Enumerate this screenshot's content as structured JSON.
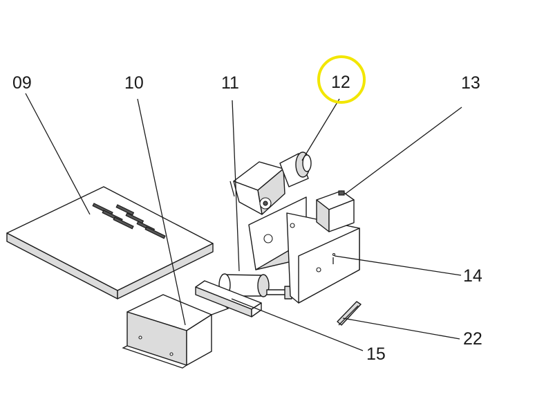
{
  "highlight_color": "#f2e600",
  "line_color": "#1a1a1a",
  "callouts": {
    "c09": "09",
    "c10": "10",
    "c11": "11",
    "c12": "12",
    "c13": "13",
    "c14": "14",
    "c15": "15",
    "c22": "22"
  },
  "highlighted_callout": "12"
}
